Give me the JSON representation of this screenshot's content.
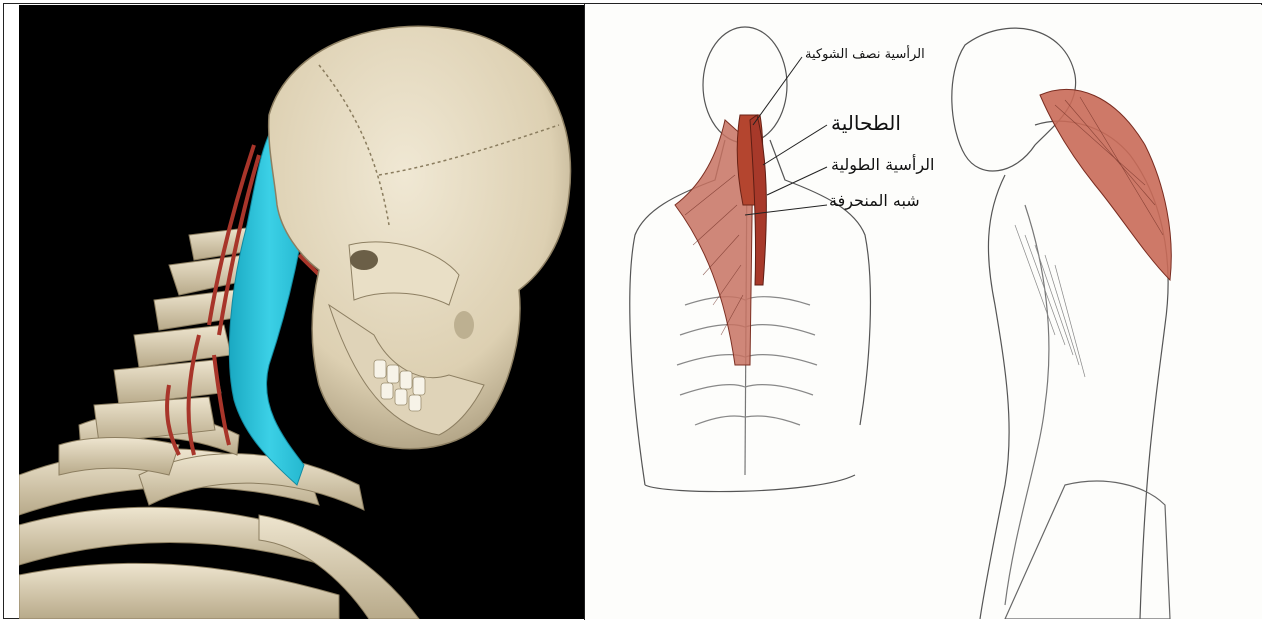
{
  "labels": {
    "semispinalis_capitis": "الرأسية نصف الشوكية",
    "splenius": "الطحالية",
    "longissimus_capitis": "الرأسية الطولية",
    "trapezius": "شبه المنحرفة"
  },
  "colors": {
    "highlight_muscle": "#2ec4dd",
    "muscle_red": "#b5513f",
    "bone": "#e6dcc3",
    "background_dark": "#000000",
    "sketch_paper": "#fdfdfb"
  }
}
